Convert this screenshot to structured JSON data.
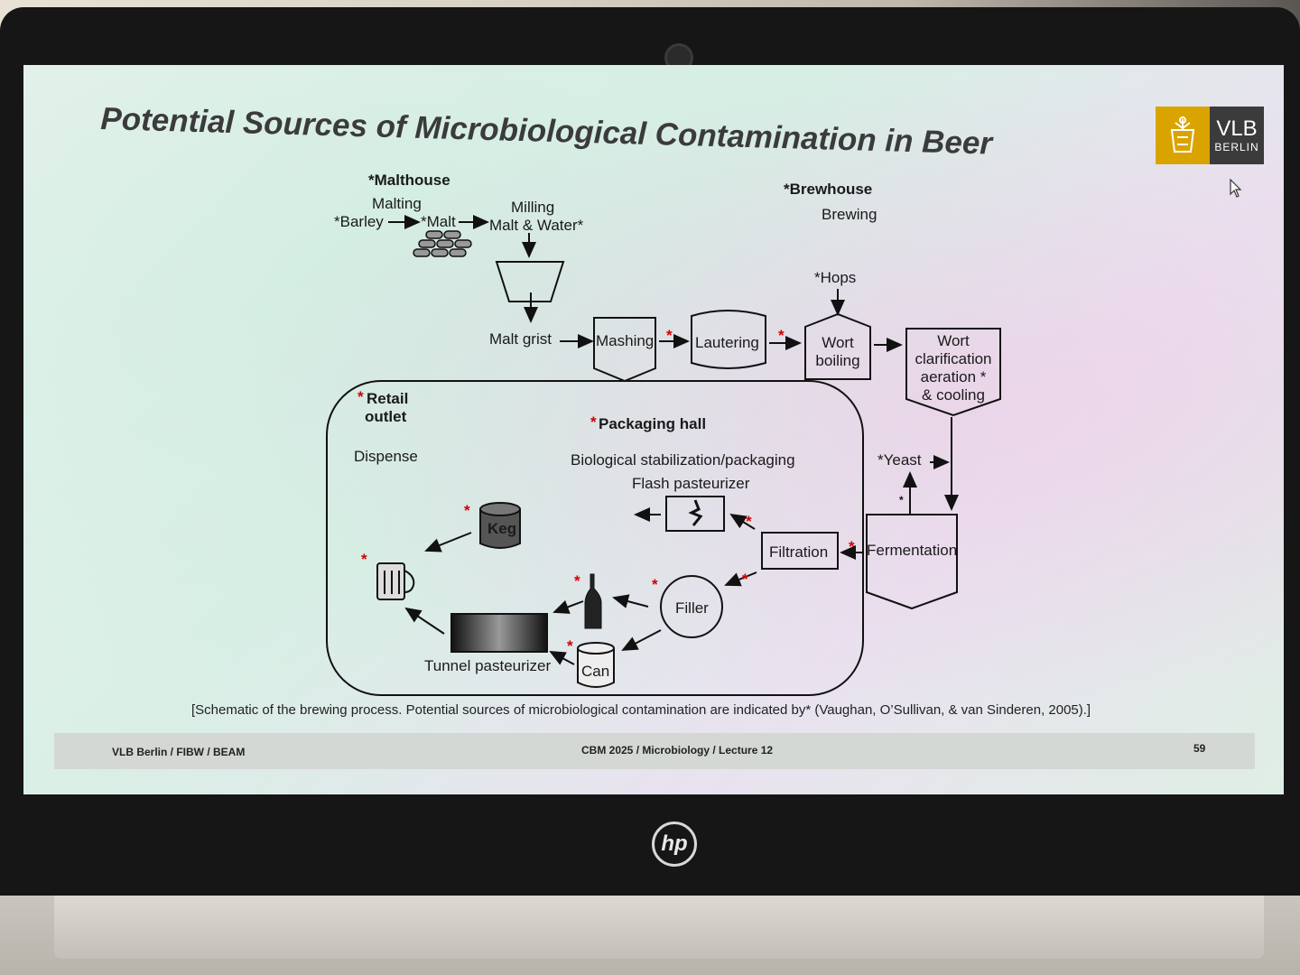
{
  "slide": {
    "title": "Potential Sources of Microbiological Contamination in Beer",
    "logo_main": "VLB",
    "logo_sub": "BERLIN",
    "caption": "[Schematic of the brewing process. Potential sources of microbiological contamination are indicated by* (Vaughan, O’Sullivan, & van Sinderen, 2005).]",
    "footer_left": "VLB Berlin / FIBW / BEAM",
    "footer_center": "CBM 2025 / Microbiology / Lecture 12",
    "footer_right": "59"
  },
  "diagram": {
    "malthouse": "*Malthouse",
    "malting": "Malting",
    "barley": "*Barley",
    "malt": "*Malt",
    "milling": "Milling",
    "malt_water": "Malt & Water*",
    "brewhouse": "*Brewhouse",
    "brewing": "Brewing",
    "hops": "*Hops",
    "malt_grist": "Malt grist",
    "mashing": "Mashing",
    "lautering": "Lautering",
    "wort_boiling_1": "Wort",
    "wort_boiling_2": "boiling",
    "wort_clar_1": "Wort",
    "wort_clar_2": "clarification",
    "wort_clar_3": "aeration *",
    "wort_clar_4": "& cooling",
    "retail_1": "Retail",
    "retail_2": "outlet",
    "dispense": "Dispense",
    "packaging_hall": "Packaging hall",
    "bio_stab": "Biological stabilization/packaging",
    "flash": "Flash pasteurizer",
    "yeast": "*Yeast",
    "keg": "Keg",
    "filtration": "Filtration",
    "fermentation": "Fermentation",
    "filler": "Filler",
    "tunnel": "Tunnel pasteurizer",
    "can": "Can",
    "star": "*",
    "small_star": "*"
  },
  "laptop": {
    "brand": "hp"
  },
  "colors": {
    "logo_gold": "#d9a400",
    "logo_dark": "#3b3b3b",
    "contamination_star": "#d10000"
  }
}
